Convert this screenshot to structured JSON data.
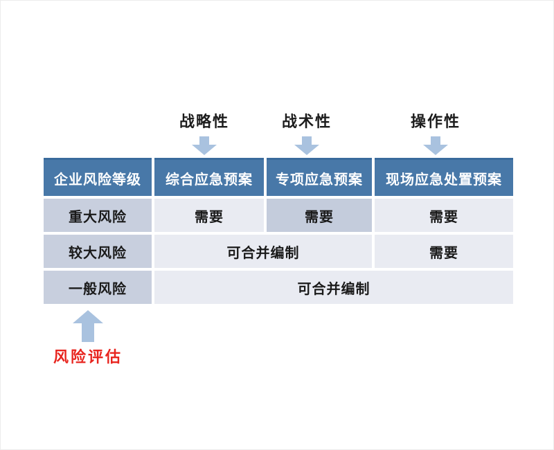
{
  "top_annotations": {
    "strategic": {
      "label": "战略性"
    },
    "tactical": {
      "label": "战术性"
    },
    "operational": {
      "label": "操作性"
    }
  },
  "table": {
    "headers": {
      "risk_level": "企业风险等级",
      "comprehensive": "综合应急预案",
      "special": "专项应急预案",
      "onsite": "现场应急处置预案"
    },
    "rows": [
      {
        "level": "重大风险",
        "cells": [
          {
            "text": "需要"
          },
          {
            "text": "需要"
          },
          {
            "text": "需要"
          }
        ]
      },
      {
        "level": "较大风险",
        "cells": [
          {
            "text": "可合并编制"
          },
          {
            "text": "需要"
          }
        ]
      },
      {
        "level": "一般风险",
        "cells": [
          {
            "text": "可合并编制"
          }
        ]
      }
    ]
  },
  "bottom_annotation": {
    "label": "风险评估"
  },
  "colors": {
    "header_bg": "#4878a8",
    "header_top_border": "#3a6b9c",
    "level_cell_bg": "#c8cfde",
    "highlight_cell_bg": "#c4ccdc",
    "light_cell_bg": "#e9ebf2",
    "arrow": "#a9c2df",
    "annotation_red": "#e8251f",
    "header_text": "#ffffff",
    "body_text": "#1a1a1a"
  }
}
